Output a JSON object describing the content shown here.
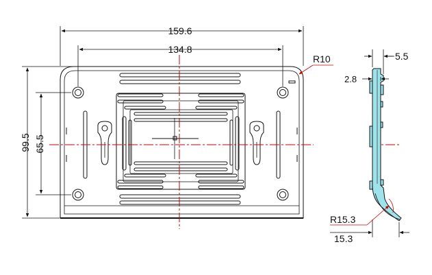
{
  "front_view": {
    "overall_width": "159.6",
    "hole_spacing_x": "134.8",
    "overall_height": "99.5",
    "hole_spacing_y": "65.5",
    "corner_radius": "R10"
  },
  "side_view": {
    "total_depth": "5.5",
    "wall_thickness": "2.8",
    "bend_radius": "R15.3",
    "bend_offset": "15.3"
  },
  "colors": {
    "line": "#111111",
    "centerline": "#cc0000",
    "side_fill": "#9fe3ea"
  }
}
